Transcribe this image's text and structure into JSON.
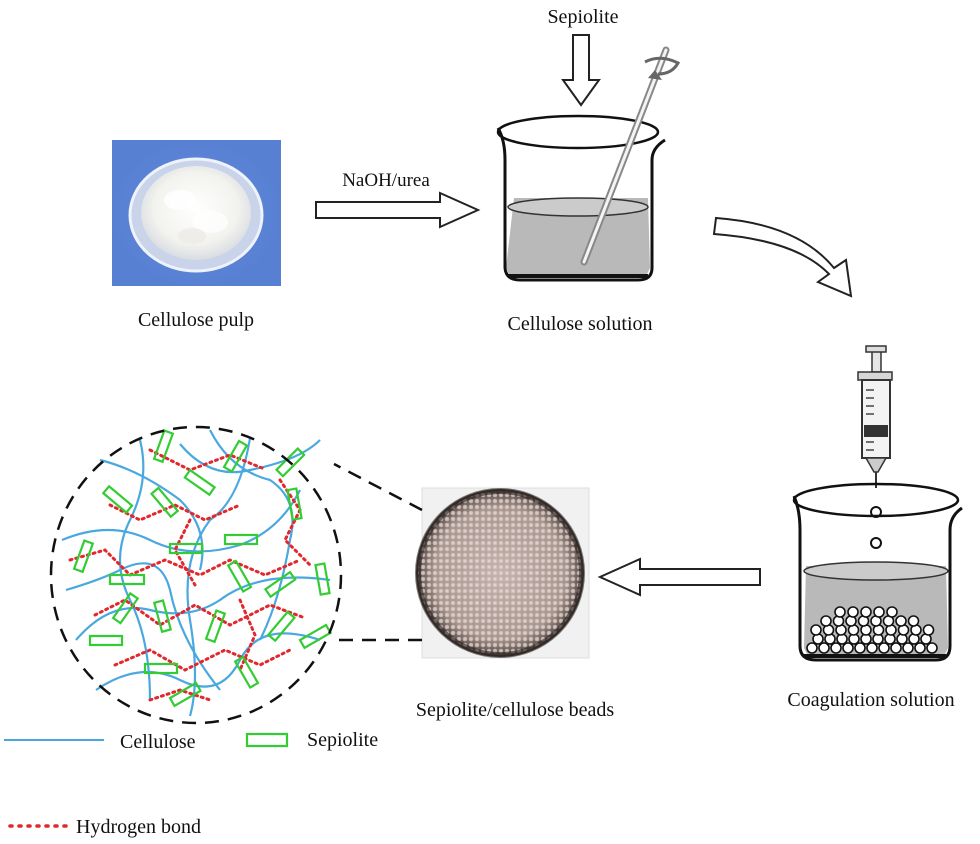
{
  "labels": {
    "sepiolite_top": "Sepiolite",
    "naoh_urea": "NaOH/urea",
    "cellulose_pulp": "Cellulose pulp",
    "cellulose_solution": "Cellulose solution",
    "coagulation_solution": "Coagulation solution",
    "beads": "Sepiolite/cellulose beads"
  },
  "legend": {
    "cellulose": "Cellulose",
    "sepiolite": "Sepiolite",
    "hydrogen_bond": "Hydrogen bond"
  },
  "colors": {
    "cellulose": "#4aa8e0",
    "sepiolite": "#33cc33",
    "hydrogen_bond": "#e0282d",
    "liquid": "#b9b9b9",
    "photo_background": "#3f6fd0"
  },
  "icons": {
    "pulp_photo": "petri-dish-photo",
    "beads_photo": "beads-dish-photo",
    "beaker": "beaker-icon",
    "syringe": "syringe-icon",
    "stir_rod": "stirring-rod-icon"
  }
}
